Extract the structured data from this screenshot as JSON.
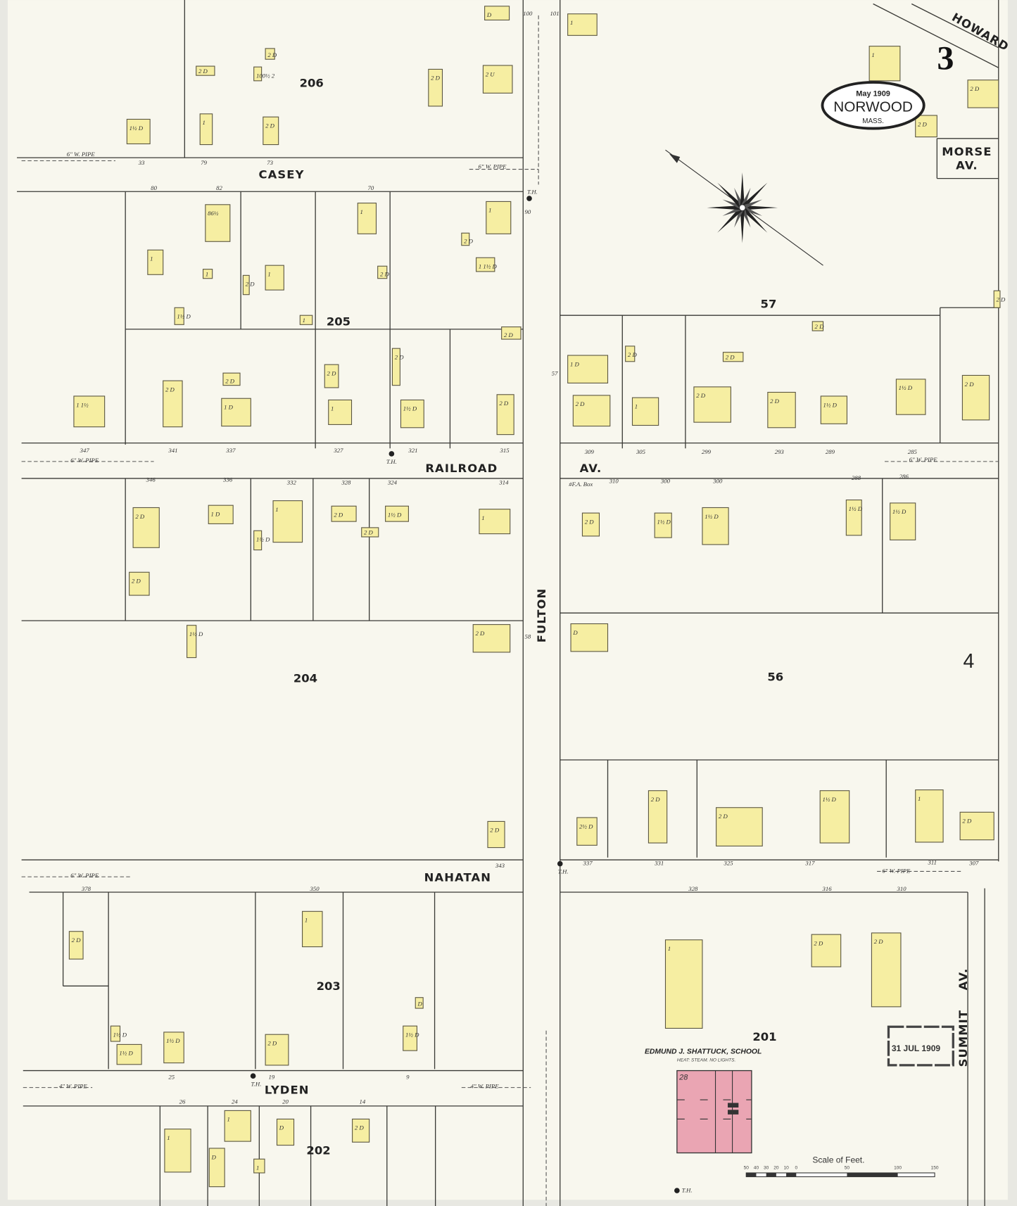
{
  "title_cartouche": {
    "date": "May 1909",
    "town": "NORWOOD",
    "state": "MASS."
  },
  "sheet_number": "3",
  "adjacent_sheet": "4",
  "streets": {
    "casey": "CASEY",
    "railroad": "RAILROAD",
    "railroad_suffix": "AV.",
    "nahatan": "NAHATAN",
    "lyden": "LYDEN",
    "fulton": "FULTON",
    "summit": "SUMMIT",
    "summit_suffix": "AV.",
    "morse": "MORSE",
    "morse_suffix": "AV.",
    "howard": "HOWARD"
  },
  "blocks": [
    "206",
    "205",
    "204",
    "203",
    "202",
    "57",
    "56",
    "201"
  ],
  "pipes": {
    "six_inch": "6\" W. PIPE",
    "four_inch": "4\" W. PIPE"
  },
  "hydrant_label": "T.H.",
  "fire_alarm_box": "#F.A. Box",
  "house_numbers": {
    "casey_north": [
      "33",
      "79",
      "73"
    ],
    "casey_south": [
      "80",
      "82",
      "70"
    ],
    "railroad_north": [
      "347",
      "341",
      "337",
      "327",
      "321",
      "315",
      "309",
      "305",
      "299",
      "293",
      "289",
      "285"
    ],
    "railroad_south": [
      "346",
      "336",
      "332",
      "328",
      "324",
      "314",
      "310",
      "300",
      "300",
      "288",
      "286"
    ],
    "nahatan_north": [
      "343",
      "337",
      "331",
      "325",
      "317",
      "311",
      "307"
    ],
    "nahatan_south": [
      "378",
      "350",
      "328",
      "316",
      "310"
    ],
    "lyden_north": [
      "25",
      "19",
      "9"
    ],
    "lyden_south": [
      "26",
      "24",
      "20",
      "14"
    ],
    "fulton": [
      "101",
      "100",
      "90",
      "57",
      "58"
    ]
  },
  "buildings": [
    "D",
    "1",
    "1",
    "2 D",
    "2 D",
    "2 D",
    "100½ 2",
    "2 D",
    "2 D",
    "2 U",
    "1½ D",
    "1",
    "2 D",
    "86½",
    "1",
    "1½ D",
    "1",
    "1",
    "2 D",
    "1",
    "2 D",
    "1",
    "2 D",
    "1 1½ D",
    "1",
    "2 D",
    "1 1½",
    "2 D",
    "2 D",
    "1 D",
    "2 D",
    "1",
    "2 D",
    "1½ D",
    "2 D",
    "1 D",
    "2 D",
    "2 D",
    "1",
    "2 D",
    "2 D",
    "2 D",
    "2 D",
    "1½ D",
    "1½ D",
    "2 D",
    "2 D",
    "2 D",
    "1 D",
    "1",
    "1½ D",
    "2 D",
    "2 D",
    "1½ D",
    "1",
    "2 D",
    "2 D",
    "1½ D",
    "1½ D",
    "1½ D",
    "1½ D",
    "2 D",
    "D",
    "1½ D",
    "2 D",
    "2½ D",
    "2 D",
    "2 D",
    "1½ D",
    "1",
    "2 D",
    "2 D",
    "1",
    "D",
    "1½ D",
    "1½ D",
    "1½ D",
    "1½ D",
    "2 D",
    "1",
    "D",
    "2 D",
    "1"
  ],
  "school": {
    "name": "EDMUND J. SHATTUCK, SCHOOL",
    "note": "HEAT: STEAM. NO LIGHTS.",
    "number": "28"
  },
  "scale": {
    "title": "Scale of Feet.",
    "ticks": [
      "50",
      "40",
      "30",
      "20",
      "10",
      "0",
      "50",
      "100",
      "150"
    ]
  },
  "stamp": "31 JUL 1909",
  "colors": {
    "paper": "#f8f7ee",
    "dwelling": "#f6eea2",
    "brick": "#eaa5b3",
    "ink": "#3a3a36"
  }
}
